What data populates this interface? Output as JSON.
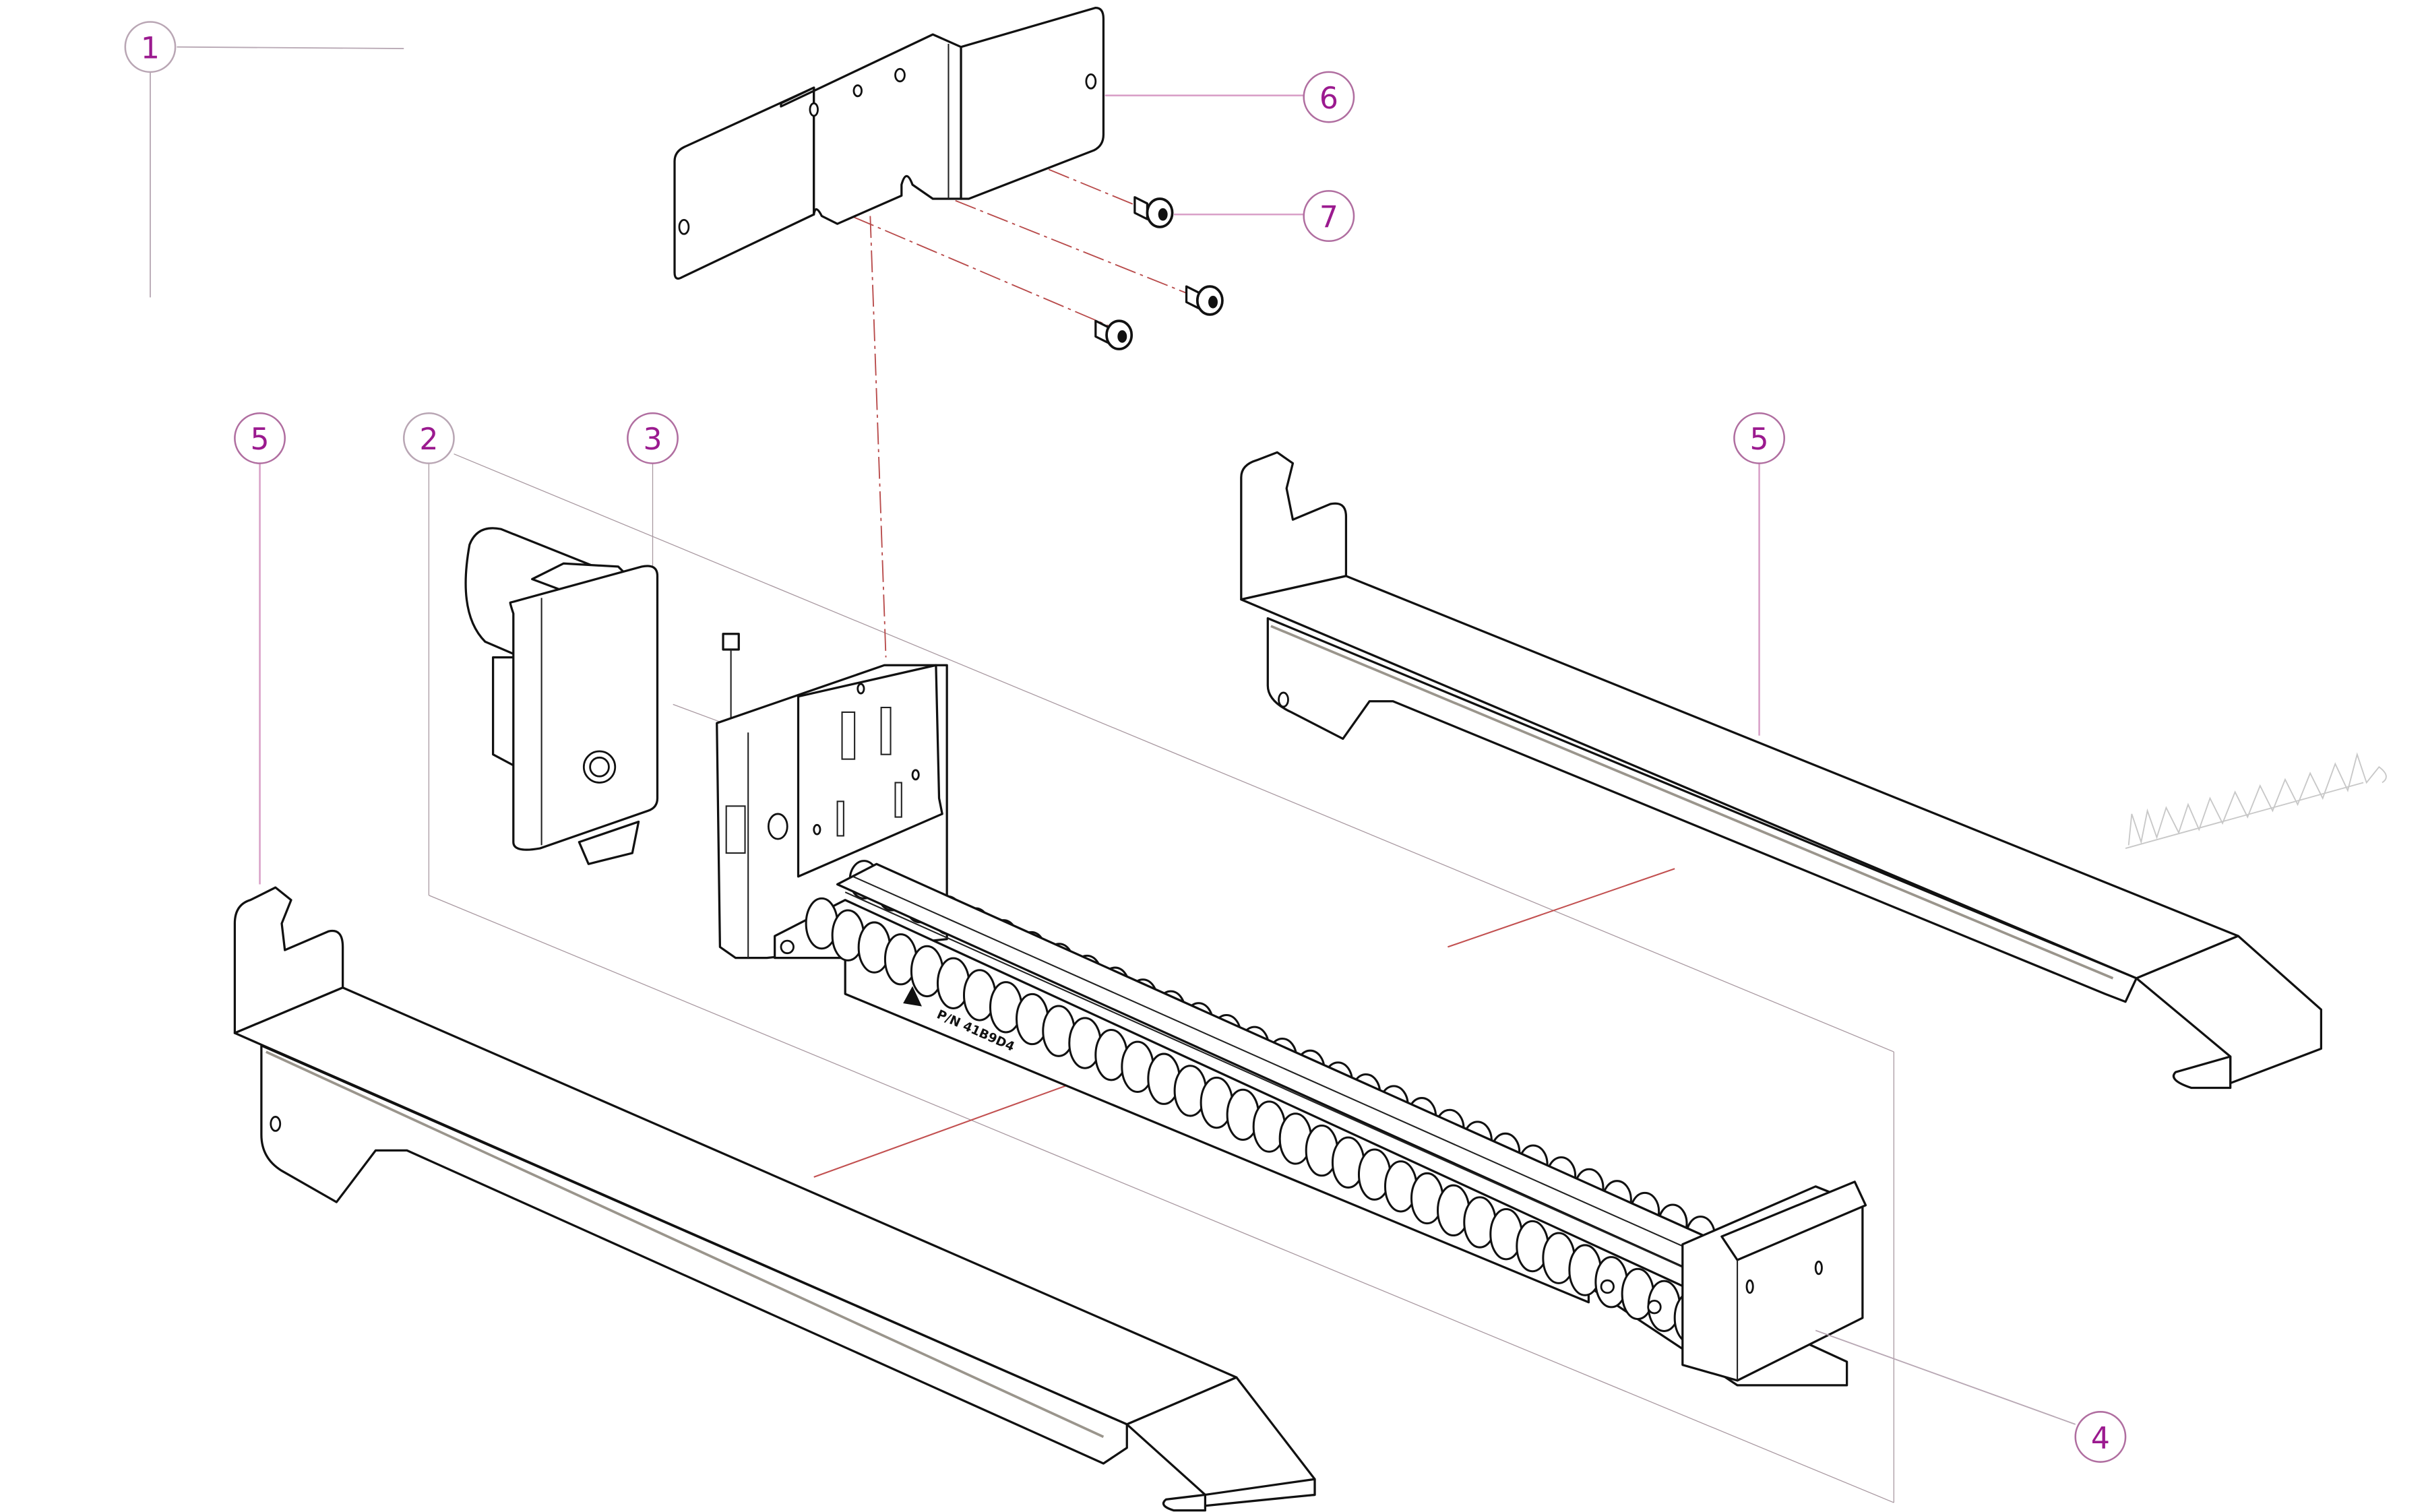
{
  "diagram": {
    "type": "exploded-parts-view",
    "colors": {
      "callout_text": "#9b1a8f",
      "callout_circle": "#b06ea0",
      "leader_line": "#d9a0c8",
      "assembly_axis": "#b84a4a",
      "line_art": "#111111",
      "background": "#ffffff"
    },
    "callouts": [
      {
        "id": "1",
        "label": "1",
        "part": "assembly"
      },
      {
        "id": "2",
        "label": "2",
        "part": "auger-subassembly-frame"
      },
      {
        "id": "3",
        "label": "3",
        "part": "drive-motor"
      },
      {
        "id": "4",
        "label": "4",
        "part": "auger-spiral-assembly"
      },
      {
        "id": "5a",
        "label": "5",
        "part": "side-rail-bracket-left"
      },
      {
        "id": "5b",
        "label": "5",
        "part": "side-rail-bracket-right"
      },
      {
        "id": "6",
        "label": "6",
        "part": "mounting-bracket"
      },
      {
        "id": "7",
        "label": "7",
        "part": "screws"
      }
    ],
    "part_label": {
      "text": "P/N 41B9D4",
      "warning_symbol": "warning-triangle-icon"
    },
    "watermark": "watermark-scribble"
  }
}
